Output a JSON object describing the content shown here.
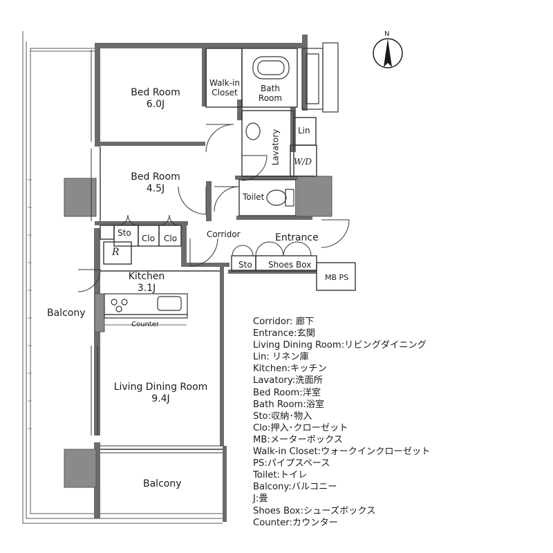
{
  "north_label": "N",
  "rooms": {
    "bed_room_1": {
      "name": "Bed Room",
      "size": "6.0J"
    },
    "bed_room_2": {
      "name": "Bed Room",
      "size": "4.5J"
    },
    "walk_in_closet": {
      "line1": "Walk-in",
      "line2": "Closet"
    },
    "bath_room": {
      "line1": "Bath",
      "line2": "Room"
    },
    "lavatory": "Lavatory",
    "lin": "Lin",
    "washer": "W/D",
    "toilet": "Toilet",
    "corridor": "Corridor",
    "entrance": "Entrance",
    "sto_1": "Sto",
    "clo_1": "Clo",
    "clo_2": "Clo",
    "sto_2": "Sto",
    "shoes_box": "Shoes Box",
    "mb_ps": "MB PS",
    "refrigerator": "R",
    "kitchen": {
      "name": "Kitchen",
      "size": "3.1J"
    },
    "counter": "Counter",
    "balcony_west": "Balcony",
    "balcony_south": "Balcony",
    "living_dining": {
      "name": "Living Dining Room",
      "size": "9.4J"
    }
  },
  "legend": [
    "Corridor: 廊下",
    "Entrance:玄関",
    "Living Dining Room:リビングダイニング",
    "Lin: リネン庫",
    "Kitchen:キッチン",
    "Lavatory:洗面所",
    "Bed Room:洋室",
    "Bath Room:浴室",
    "Sto:収納･物入",
    "Clo:押入･クローゼット",
    "MB:メーターボックス",
    "Walk-in Closet:ウォークインクローゼット",
    "PS:パイプスペース",
    "Toilet:トイレ",
    "Balcony:バルコニー",
    "J:畳",
    "Shoes Box:シューズボックス",
    "Counter:カウンター"
  ]
}
